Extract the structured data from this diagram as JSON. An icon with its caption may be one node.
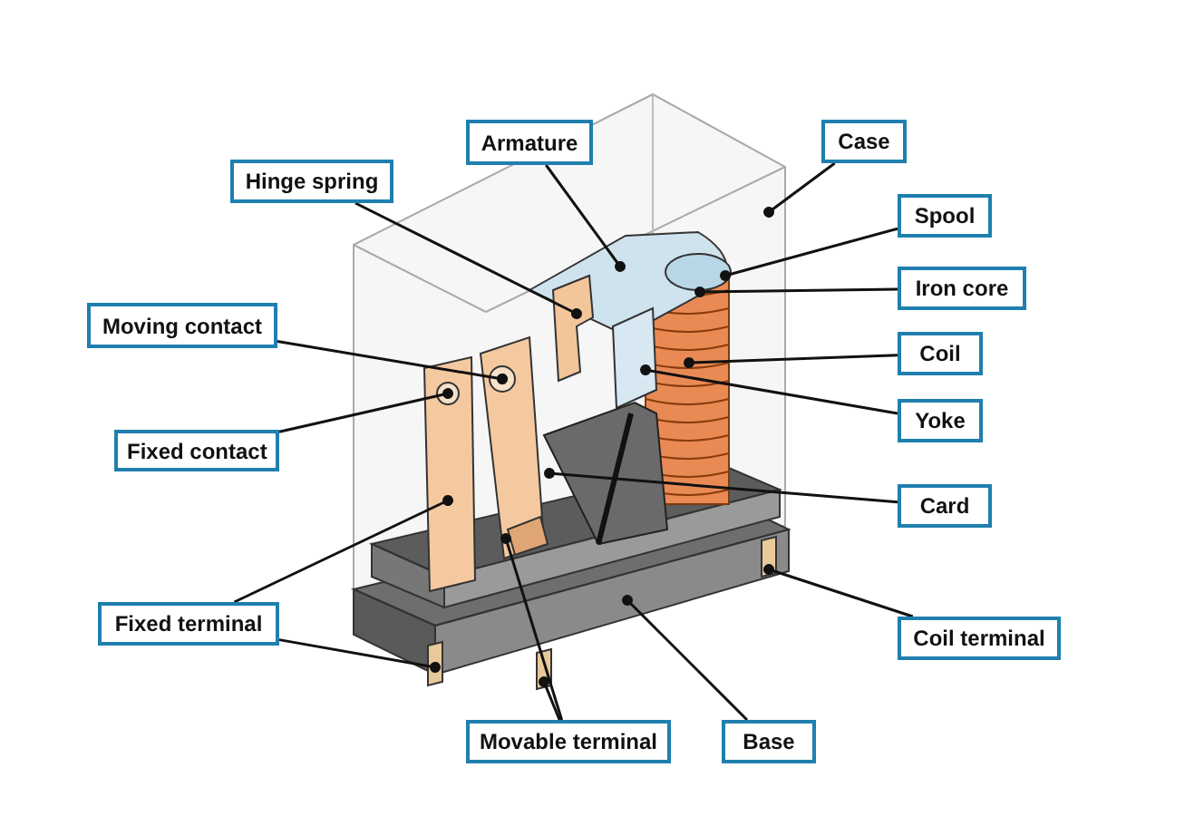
{
  "diagram": {
    "nodes": [
      {
        "text": [
          "Armature"
        ]
      },
      {
        "text": [
          "Case"
        ]
      },
      {
        "text": [
          "Hinge spring"
        ]
      },
      {
        "text": [
          "Spool"
        ]
      },
      {
        "text": [
          "Moving contact"
        ]
      },
      {
        "text": [
          "Iron core"
        ]
      },
      {
        "text": [
          "Coil"
        ]
      },
      {
        "text": [
          "Fixed contact"
        ]
      },
      {
        "text": [
          "Yoke"
        ]
      },
      {
        "text": [
          "Card"
        ]
      },
      {
        "text": [
          "Fixed terminal"
        ]
      },
      {
        "text": [
          "Coil terminal"
        ]
      },
      {
        "text": [
          "Movable terminal"
        ]
      },
      {
        "text": [
          "Base"
        ]
      },
      {
        "text": [],
        "shape": "box"
      },
      {
        "text": [],
        "shape": "box"
      },
      {
        "text": [],
        "shape": "box"
      }
    ],
    "edges": [
      {
        "from": 0,
        "to": null,
        "arrow": "other"
      },
      {
        "from": 1,
        "to": null,
        "arrow": "other"
      },
      {
        "from": 2,
        "to": null,
        "arrow": "other"
      },
      {
        "from": 3,
        "to": null,
        "arrow": "other"
      },
      {
        "from": 4,
        "to": null,
        "arrow": "other"
      },
      {
        "from": 5,
        "to": null,
        "arrow": "other"
      },
      {
        "from": 6,
        "to": null,
        "arrow": "other"
      },
      {
        "from": 7,
        "to": null,
        "arrow": "other"
      },
      {
        "from": 8,
        "to": null,
        "arrow": "other"
      },
      {
        "from": 9,
        "to": null,
        "arrow": "other"
      },
      {
        "from": 10,
        "to": null,
        "arrow": "other"
      },
      {
        "from": 10,
        "to": 14,
        "arrow": "other"
      },
      {
        "from": 11,
        "to": 16,
        "arrow": "other"
      },
      {
        "from": 12,
        "to": null,
        "arrow": "other"
      },
      {
        "from": 12,
        "to": 15,
        "arrow": "other"
      },
      {
        "from": 13,
        "to": null,
        "arrow": "other"
      }
    ]
  }
}
